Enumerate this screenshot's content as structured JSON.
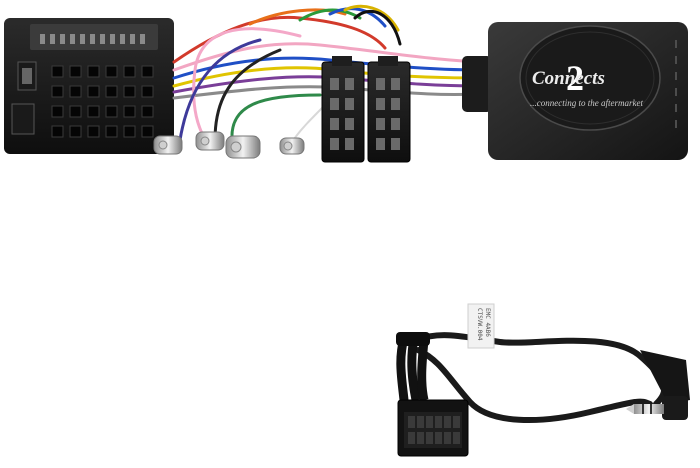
{
  "brand": {
    "name": "Connects",
    "number": "2",
    "tagline": "...connecting to the aftermarket"
  },
  "lead_label": {
    "lines": [
      "CTSVW.004",
      "EMC 4AB6"
    ]
  }
}
